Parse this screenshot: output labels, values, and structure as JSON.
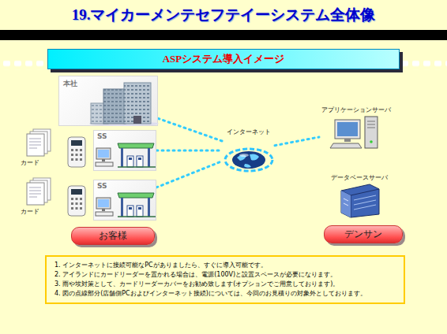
{
  "diagram": {
    "title": "19.マイカーメンテセフテイーシステム全体像",
    "nodes": [
      {
        "text": [
          "ASPシステム導入イメージ"
        ]
      },
      {
        "text": [
          "本社"
        ]
      },
      {
        "text": [
          "SS"
        ]
      },
      {
        "text": [
          "SS"
        ]
      },
      {
        "text": [
          "インターネット"
        ]
      },
      {
        "text": [
          "アプリケーションサーバ"
        ]
      },
      {
        "text": [
          "データベースサーバ"
        ]
      },
      {
        "text": [
          "お客様"
        ]
      },
      {
        "text": [
          "デンサン"
        ]
      },
      {
        "text": [
          "1. インターネットに接続可能なPCがありましたら、すぐに導入可能です。",
          "2. アイランドにカードリーダーを置かれる場合は、電源(100V)と設置スペースが必要になります。",
          "3. 雨や埃対策として、カードリーダーカバーをお勧め致します(オプションでご用意しております)。",
          "4. 図の点線部分(店舗側PCおよびインターネット接続)については、今回のお見積りの対象外としております。"
        ]
      }
    ],
    "edges": [
      {
        "from": 1,
        "to": 4,
        "arrow": "none"
      },
      {
        "from": 2,
        "to": 4,
        "arrow": "none"
      },
      {
        "from": 3,
        "to": 4,
        "arrow": "none"
      },
      {
        "from": 4,
        "to": 5,
        "arrow": "none"
      }
    ],
    "labels": [
      "カード",
      "カード"
    ]
  }
}
